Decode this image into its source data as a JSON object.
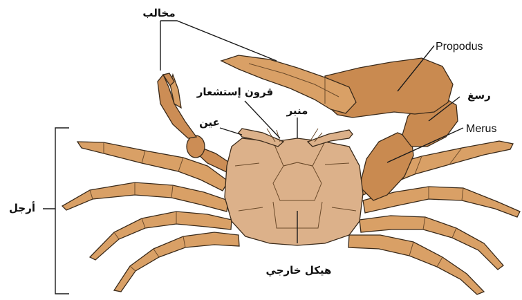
{
  "labels": {
    "claws": "مخالب",
    "propodus": "Propodus",
    "antennae": "قرون إستشعار",
    "rostrum": "منبر",
    "eye": "عين",
    "carpus": "رسغ",
    "merus": "Merus",
    "legs": "أرجل",
    "exoskeleton": "هيكل خارجي"
  },
  "colors": {
    "leg_fill": "#d9a066",
    "claw_fill": "#cc8d55",
    "body_fill": "#dcb18a",
    "big_claw_fill": "#c98a50",
    "outline": "#3a2a1a"
  }
}
